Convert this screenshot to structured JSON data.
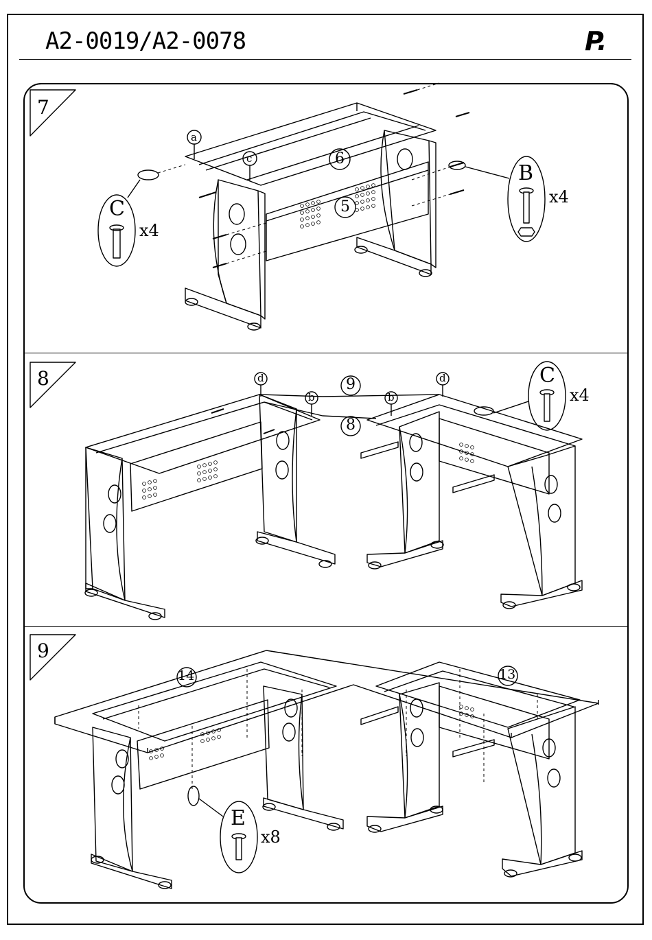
{
  "header": {
    "model": "A2-0019/A2-0078",
    "page": "P."
  },
  "steps": [
    {
      "number": "7",
      "labels": {
        "a": "a",
        "c": "c",
        "part6": "6",
        "part5": "5"
      },
      "callouts": [
        {
          "letter": "C",
          "qty": "x4"
        },
        {
          "letter": "B",
          "qty": "x4"
        }
      ]
    },
    {
      "number": "8",
      "labels": {
        "d_left": "d",
        "d_right": "d",
        "b_left": "b",
        "b_right": "b",
        "part9": "9",
        "part8": "8"
      },
      "callouts": [
        {
          "letter": "C",
          "qty": "x4"
        }
      ]
    },
    {
      "number": "9",
      "labels": {
        "part14": "14",
        "part13": "13"
      },
      "callouts": [
        {
          "letter": "E",
          "qty": "x8"
        }
      ]
    }
  ]
}
